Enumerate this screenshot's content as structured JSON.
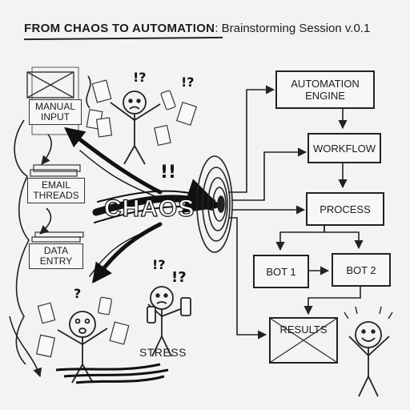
{
  "title": {
    "main": "FROM CHAOS TO AUTOMATION",
    "separator": ":",
    "subtitle": "Brainstorming Session v.0.1"
  },
  "inputs": [
    {
      "label": "MANUAL INPUT"
    },
    {
      "label": "EMAIL THREADS"
    },
    {
      "label": "DATA ENTRY"
    }
  ],
  "center_label": "CHAOS",
  "stress_label": "STRESS",
  "doodle_marks": [
    "!?",
    "!?",
    "!!",
    "!?",
    "?",
    "!?"
  ],
  "flow": {
    "engine": "AUTOMATION ENGINE",
    "workflow": "WORKFLOW",
    "process": "PROCESS",
    "bot1": "BOT 1",
    "bot2": "BOT 2",
    "results": "RESULTS"
  }
}
